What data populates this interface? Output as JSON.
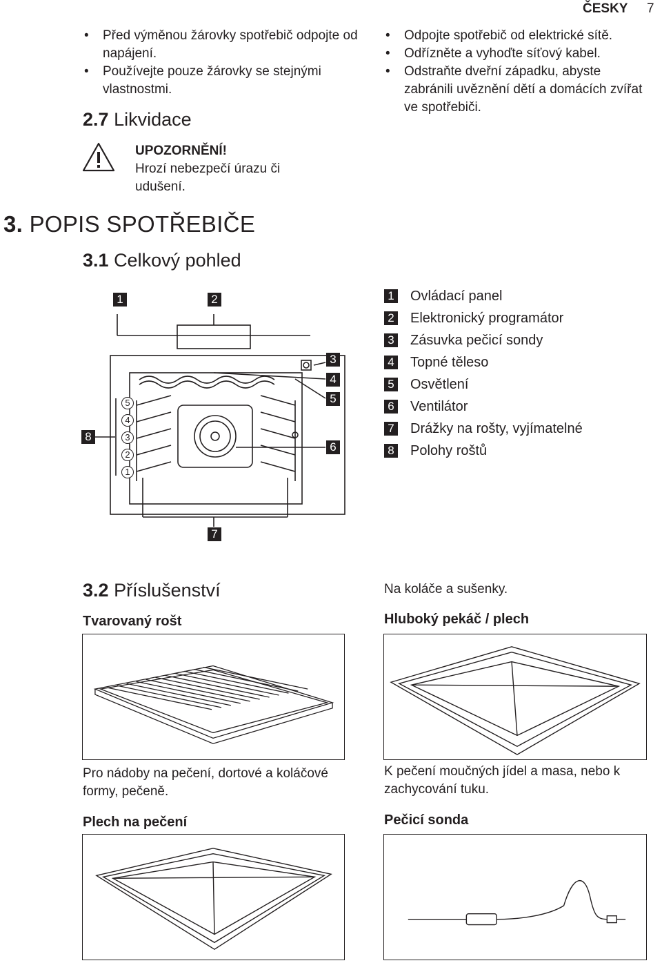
{
  "header": {
    "language": "ČESKY",
    "page_number": "7"
  },
  "left_bullets": [
    "Před výměnou žárovky spotřebič odpojte od napájení.",
    "Používejte pouze žárovky se stejnými vlastnostmi."
  ],
  "disposal": {
    "number": "2.7",
    "title": "Likvidace",
    "warning_title": "UPOZORNĚNÍ!",
    "warning_text": "Hrozí nebezpečí úrazu či udušení.",
    "icon": "warning-triangle-icon"
  },
  "right_bullets": [
    "Odpojte spotřebič od elektrické sítě.",
    "Odřízněte a vyhoďte síťový kabel.",
    "Odstraňte dveřní západku, abyste zabránili uvěznění dětí a domácích zvířat ve spotřebiči."
  ],
  "section": {
    "number": "3.",
    "title": "POPIS SPOTŘEBIČE"
  },
  "overview": {
    "number": "3.1",
    "title": "Celkový pohled",
    "diagram_labels": [
      "1",
      "2",
      "3",
      "4",
      "5",
      "6",
      "7",
      "8"
    ],
    "shelf_positions": [
      "5",
      "4",
      "3",
      "2",
      "1"
    ],
    "legend": [
      {
        "num": "1",
        "label": "Ovládací panel"
      },
      {
        "num": "2",
        "label": "Elektronický programátor"
      },
      {
        "num": "3",
        "label": "Zásuvka pečicí sondy"
      },
      {
        "num": "4",
        "label": "Topné těleso"
      },
      {
        "num": "5",
        "label": "Osvětlení"
      },
      {
        "num": "6",
        "label": "Ventilátor"
      },
      {
        "num": "7",
        "label": "Drážky na rošty, vyjímatelné"
      },
      {
        "num": "8",
        "label": "Polohy roštů"
      }
    ]
  },
  "accessories": {
    "number": "3.2",
    "title": "Příslušenství",
    "items": [
      {
        "name": "Tvarovaný rošt",
        "desc": "Pro nádoby na pečení, dortové a koláčové formy, pečeně."
      },
      {
        "name": "Hluboký pekáč / plech",
        "desc": "K pečení moučných jídel a masa, nebo k zachycování tuku."
      },
      {
        "name": "Plech na pečení",
        "desc": "Na koláče a sušenky."
      },
      {
        "name": "Pečicí sonda",
        "desc": ""
      }
    ]
  }
}
